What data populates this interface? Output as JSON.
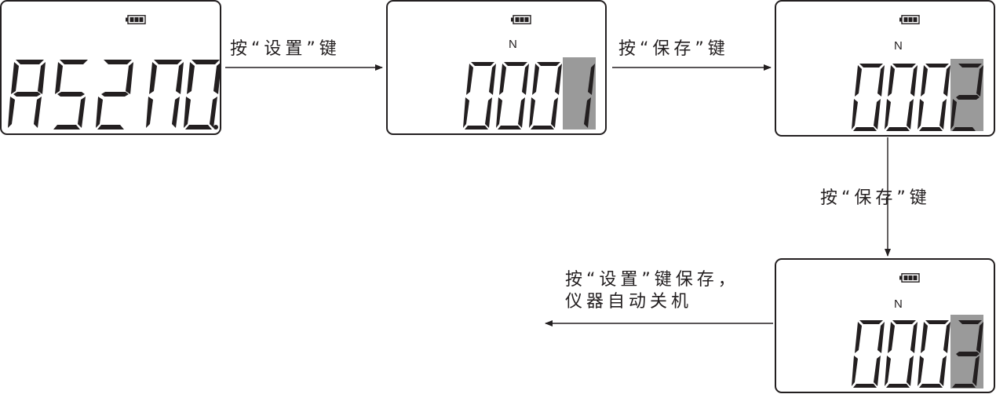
{
  "diagram": {
    "type": "lcd-flow",
    "panels": [
      {
        "id": "p1",
        "display_text": "AS2 NO.",
        "show_n_label": false,
        "highlight_digit": null
      },
      {
        "id": "p2",
        "n_label": "N",
        "display_text": "0001",
        "highlight_digit": "1"
      },
      {
        "id": "p3",
        "n_label": "N",
        "display_text": "0002",
        "highlight_digit": "2"
      },
      {
        "id": "p4",
        "n_label": "N",
        "display_text": "0003",
        "highlight_digit": "3"
      }
    ],
    "battery_icon": "battery-full-icon",
    "edges": [
      {
        "from": "p1",
        "to": "p2",
        "label": "按“设置”键"
      },
      {
        "from": "p2",
        "to": "p3",
        "label": "按“保存”键"
      },
      {
        "from": "p3",
        "to": "p4",
        "label": "按“保存”键"
      },
      {
        "from": "p4",
        "to": "end",
        "label_line1": "按“设置”键保存，",
        "label_line2": "仪器自动关机"
      }
    ],
    "colors": {
      "stroke": "#231f20",
      "highlight": "#9a9a9a",
      "background": "#ffffff"
    }
  }
}
